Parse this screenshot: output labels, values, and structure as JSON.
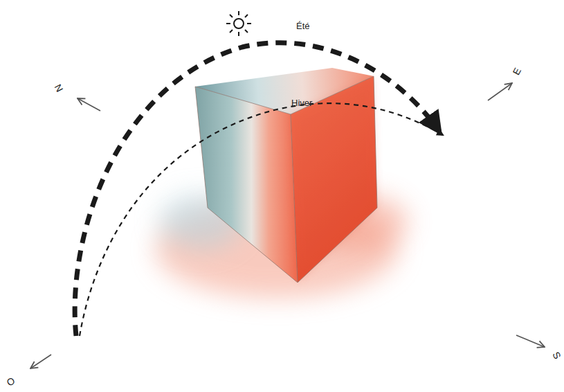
{
  "diagram": {
    "labels": [
      "Été",
      "Hiver",
      "N",
      "E",
      "S",
      "O"
    ]
  }
}
